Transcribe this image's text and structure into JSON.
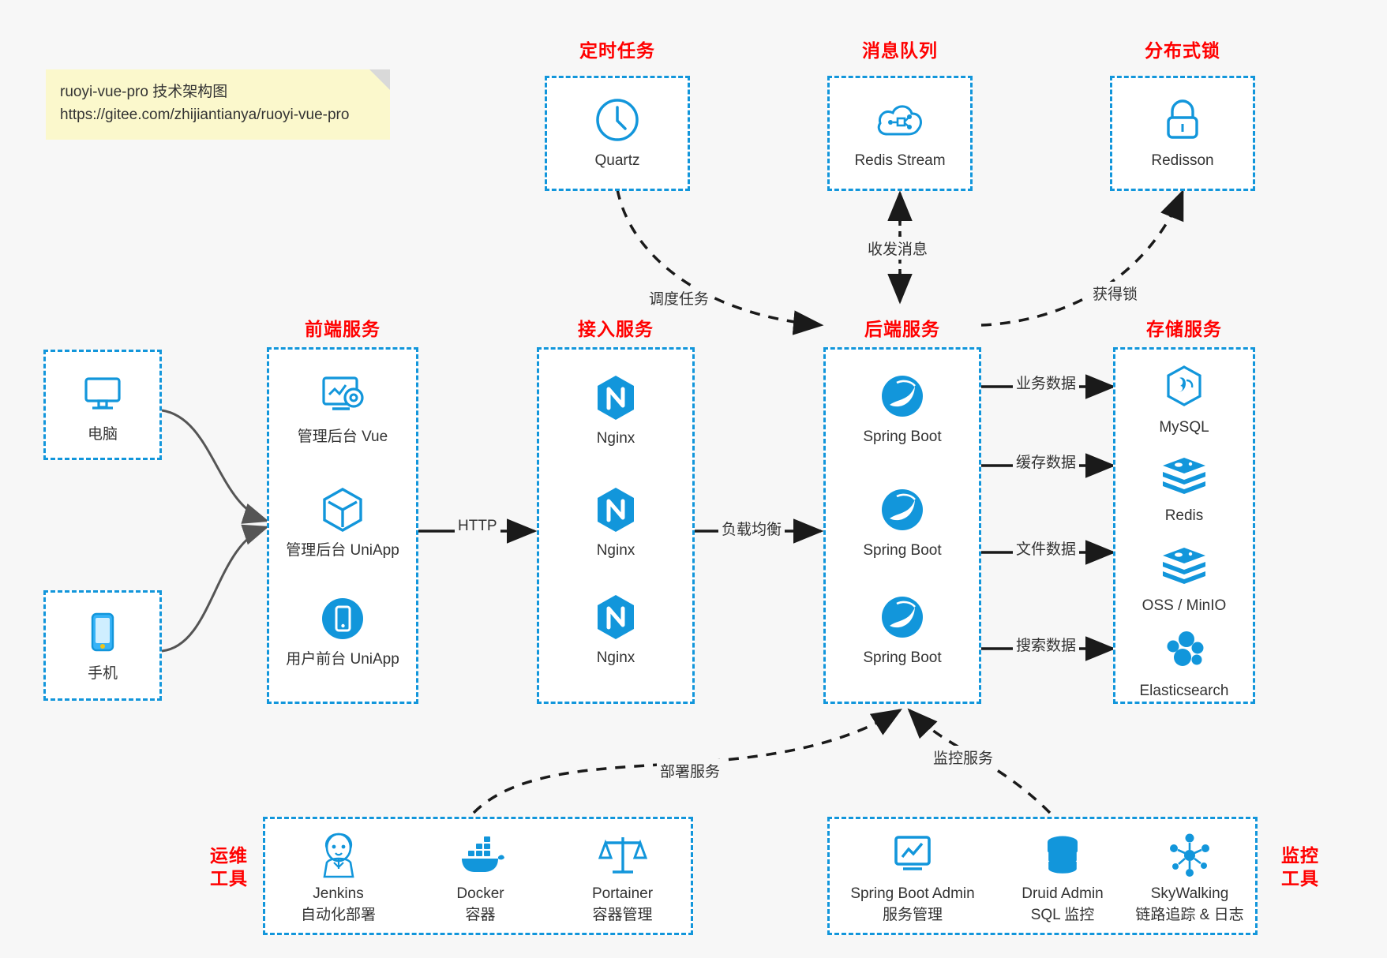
{
  "note": {
    "line1": "ruoyi-vue-pro 技术架构图",
    "line2": "https://gitee.com/zhijiantianya/ruoyi-vue-pro"
  },
  "colors": {
    "accent": "#1296db",
    "group_title": "#ff0000",
    "background": "#f7f7f7",
    "node_bg": "#ffffff",
    "text": "#333333",
    "wire": "#555555",
    "note_bg": "#fbf8cc"
  },
  "groups": {
    "scheduler": {
      "title": "定时任务",
      "nodes": [
        {
          "label": "Quartz",
          "icon": "clock-icon"
        }
      ]
    },
    "mq": {
      "title": "消息队列",
      "nodes": [
        {
          "label": "Redis Stream",
          "icon": "cloud-stream-icon"
        }
      ]
    },
    "lock": {
      "title": "分布式锁",
      "nodes": [
        {
          "label": "Redisson",
          "icon": "lock-icon"
        }
      ]
    },
    "clients": {
      "nodes": [
        {
          "label": "电脑",
          "icon": "desktop-icon"
        },
        {
          "label": "手机",
          "icon": "phone-icon"
        }
      ]
    },
    "frontend": {
      "title": "前端服务",
      "nodes": [
        {
          "label": "管理后台 Vue",
          "icon": "dashboard-gear-icon"
        },
        {
          "label": "管理后台 UniApp",
          "icon": "hexagon-cube-icon"
        },
        {
          "label": "用户前台 UniApp",
          "icon": "mobile-circle-icon"
        }
      ]
    },
    "gateway": {
      "title": "接入服务",
      "nodes": [
        {
          "label": "Nginx",
          "icon": "nginx-icon"
        },
        {
          "label": "Nginx",
          "icon": "nginx-icon"
        },
        {
          "label": "Nginx",
          "icon": "nginx-icon"
        }
      ]
    },
    "backend": {
      "title": "后端服务",
      "nodes": [
        {
          "label": "Spring Boot",
          "icon": "spring-boot-icon"
        },
        {
          "label": "Spring Boot",
          "icon": "spring-boot-icon"
        },
        {
          "label": "Spring Boot",
          "icon": "spring-boot-icon"
        }
      ]
    },
    "storage": {
      "title": "存储服务",
      "nodes": [
        {
          "label": "MySQL",
          "icon": "mysql-icon"
        },
        {
          "label": "Redis",
          "icon": "redis-icon"
        },
        {
          "label": "OSS / MinIO",
          "icon": "oss-minio-icon"
        },
        {
          "label": "Elasticsearch",
          "icon": "elasticsearch-icon"
        }
      ]
    },
    "devops": {
      "title_line1": "运维",
      "title_line2": "工具",
      "nodes": [
        {
          "label": "Jenkins",
          "sublabel": "自动化部署",
          "icon": "jenkins-icon"
        },
        {
          "label": "Docker",
          "sublabel": "容器",
          "icon": "docker-icon"
        },
        {
          "label": "Portainer",
          "sublabel": "容器管理",
          "icon": "scales-icon"
        }
      ]
    },
    "monitor": {
      "title_line1": "监控",
      "title_line2": "工具",
      "nodes": [
        {
          "label": "Spring Boot Admin",
          "sublabel": "服务管理",
          "icon": "monitor-chart-icon"
        },
        {
          "label": "Druid Admin",
          "sublabel": "SQL 监控",
          "icon": "database-icon"
        },
        {
          "label": "SkyWalking",
          "sublabel": "链路追踪 & 日志",
          "icon": "skywalking-icon"
        }
      ]
    }
  },
  "edges": [
    {
      "id": "http",
      "label": "HTTP"
    },
    {
      "id": "load-balance",
      "label": "负载均衡"
    },
    {
      "id": "schedule-task",
      "label": "调度任务"
    },
    {
      "id": "send-receive-message",
      "label": "收发消息"
    },
    {
      "id": "acquire-lock",
      "label": "获得锁"
    },
    {
      "id": "business-data",
      "label": "业务数据"
    },
    {
      "id": "cache-data",
      "label": "缓存数据"
    },
    {
      "id": "file-data",
      "label": "文件数据"
    },
    {
      "id": "search-data",
      "label": "搜索数据"
    },
    {
      "id": "deploy-service",
      "label": "部署服务"
    },
    {
      "id": "monitor-service",
      "label": "监控服务"
    }
  ]
}
